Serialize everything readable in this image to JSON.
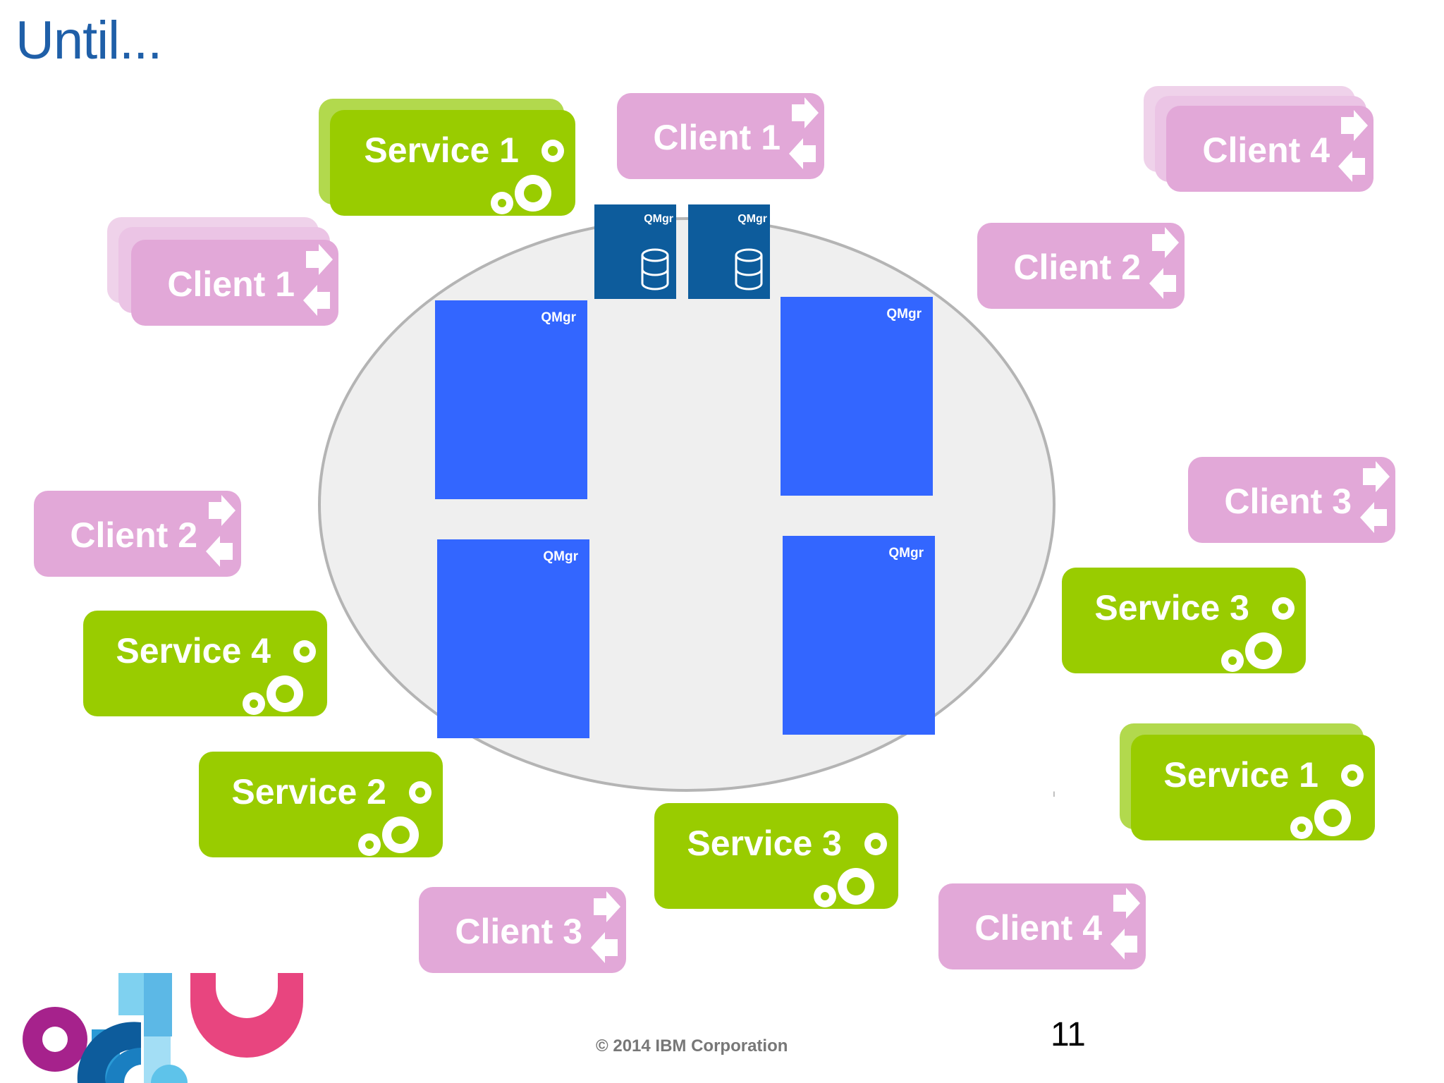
{
  "title": "Until...",
  "qmgr_label": "QMgr",
  "footer": "© 2014 IBM Corporation",
  "page_number": "11",
  "icons": {
    "client": "in-out-arrows-icon",
    "service": "gears-icon",
    "small_qmgr": "database-cylinder-icon",
    "logo": "conference-logo"
  },
  "colors": {
    "title": "#1f5fa8",
    "client_tile": "#e2a8d8",
    "service_tile": "#99cc00",
    "qmgr_large": "#3366ff",
    "qmgr_small": "#0d5c9c",
    "cluster_ring": "#efefef"
  },
  "tiles": [
    {
      "kind": "service",
      "label": "Service 1",
      "stacked": true
    },
    {
      "kind": "client",
      "label": "Client 1",
      "stacked": false
    },
    {
      "kind": "client",
      "label": "Client 4",
      "stacked": true
    },
    {
      "kind": "client",
      "label": "Client 1",
      "stacked": true
    },
    {
      "kind": "client",
      "label": "Client 2",
      "stacked": false
    },
    {
      "kind": "client",
      "label": "Client 2",
      "stacked": false
    },
    {
      "kind": "client",
      "label": "Client 3",
      "stacked": false
    },
    {
      "kind": "service",
      "label": "Service 3",
      "stacked": false
    },
    {
      "kind": "service",
      "label": "Service 4",
      "stacked": false
    },
    {
      "kind": "service",
      "label": "Service 1",
      "stacked": true
    },
    {
      "kind": "service",
      "label": "Service 2",
      "stacked": false
    },
    {
      "kind": "service",
      "label": "Service 3",
      "stacked": false
    },
    {
      "kind": "client",
      "label": "Client 3",
      "stacked": false
    },
    {
      "kind": "client",
      "label": "Client 4",
      "stacked": false
    }
  ]
}
